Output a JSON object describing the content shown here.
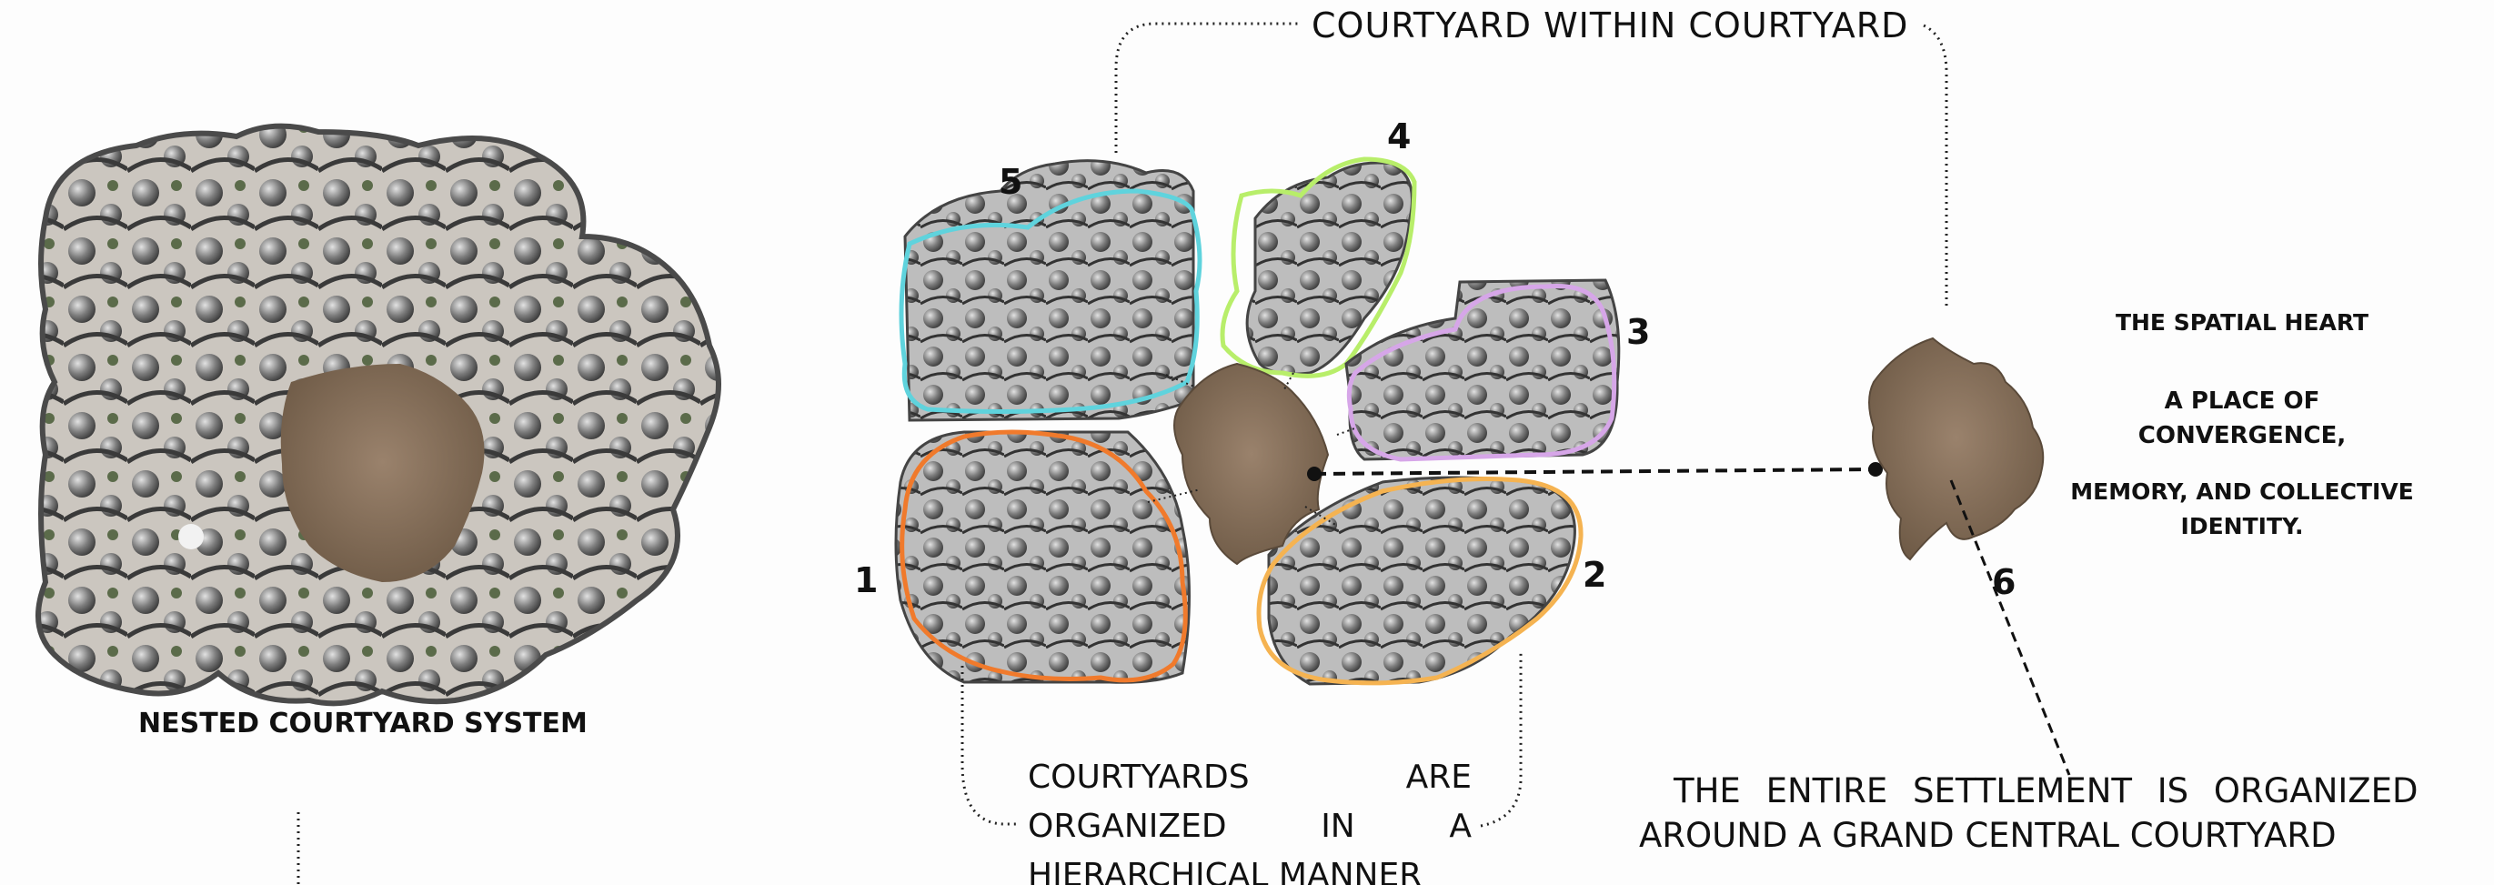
{
  "top_label": "COURTYARD WITHIN COURTYARD",
  "left_caption": "NESTED COURTYARD SYSTEM",
  "cluster_numbers": [
    "1",
    "2",
    "3",
    "4",
    "5",
    "6"
  ],
  "hierarchy_text": {
    "line1_left": "COURTYARDS",
    "line1_right": "ARE",
    "line2_left": "ORGANIZED",
    "line2_mid": "IN",
    "line2_right": "A",
    "line3": "HIERARCHICAL MANNER"
  },
  "settlement_text": {
    "line1": "THE ENTIRE SETTLEMENT IS ORGANIZED",
    "line2": "AROUND A GRAND CENTRAL COURTYARD"
  },
  "heart_text": {
    "title": "THE SPATIAL HEART",
    "line1": "A PLACE OF",
    "line2": "CONVERGENCE,",
    "line3": "MEMORY, AND COLLECTIVE",
    "line4": "IDENTITY."
  },
  "outline_colors": {
    "cluster_1": "#f07a2c",
    "cluster_2": "#f5b351",
    "cluster_3": "#d6a6e8",
    "cluster_4": "#b8ee6a",
    "cluster_5": "#5fd3dd"
  }
}
